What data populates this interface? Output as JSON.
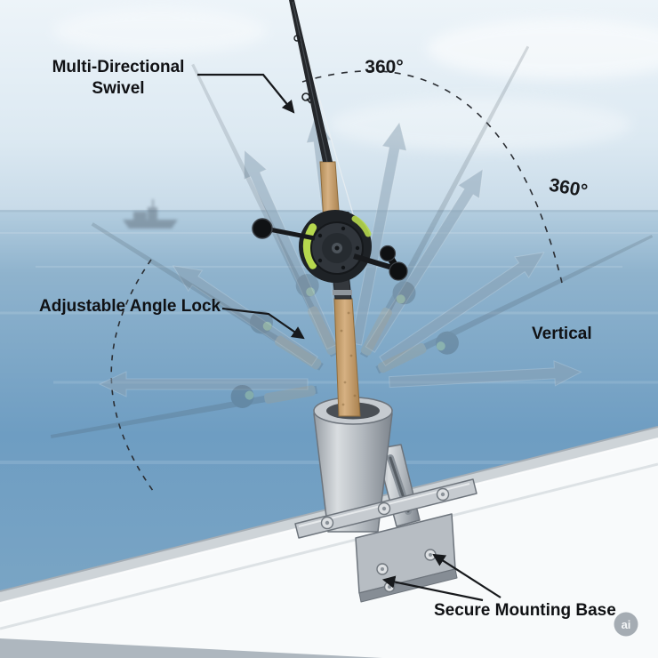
{
  "illustration": {
    "labels": {
      "swivel_line1": "Multi-Directional",
      "swivel_line2": "Swivel",
      "rotation_top": "360°",
      "rotation_right": "360°",
      "angle_lock": "Adjustable Angle Lock",
      "vertical": "Vertical",
      "mounting_base": "Secure Mounting Base"
    },
    "watermark": "ai",
    "colors": {
      "sky_top": "#edf4f9",
      "sky_horizon": "#c7dae8",
      "sea_horizon": "#b3cddf",
      "sea_mid": "#6e9dc2",
      "sea_deep": "#7ea8c6",
      "rail_white": "#f8fafb",
      "metal_light": "#c6cbd0",
      "metal_dark": "#6d747c",
      "cork": "#c9a56f",
      "rod_blank": "#24272b",
      "reel_body": "#2b2f34",
      "line_green": "#b6d84e",
      "arrow_gray": "#8ba2b4",
      "watermark_bg": "#9ba3ab",
      "label_text": "#101114"
    }
  }
}
